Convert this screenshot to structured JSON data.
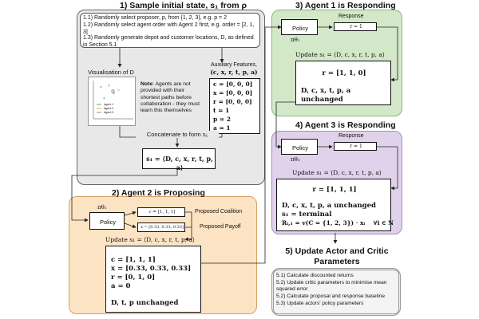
{
  "section1": {
    "title": "1) Sample initial state, s₁ from ρ",
    "steps": [
      "1.1) Randomly select proposer, p, from {1, 2, 3}, e.g. p = 2",
      "1.2) Randomly select agent order with Agent 2 first, e.g. order = [2, 1, 3]",
      "1.3) Randomly generate depot and customer locations, D, as defined in Section 5.1"
    ],
    "visualisation_label": "Visualisation of D",
    "plot_legend": [
      "Agent 1",
      "Agent 2",
      "Agent 3"
    ],
    "note_bold": "Note",
    "note_text": ": Agents are not provided with their shortest paths before collaboration - they must learn this themselves",
    "aux_title": "Auxiliary Features,",
    "aux_tuple": "(c, x, r, t, p, a)",
    "aux_values": [
      "c = [0, 0, 0]",
      "x = [0, 0, 0]",
      "r = [0, 0, 0]",
      "t = 1",
      "p = 2",
      "a = 1"
    ],
    "concat_label": "Concatenate to form s₁",
    "state": "s₁ = ⟨D, c, x, r, t, p, a⟩"
  },
  "section2": {
    "title": "2) Agent 2 is Proposing",
    "pi_label": "πθ₂",
    "policy_label": "Policy",
    "coalition_value": "c = [1, 1, 1]",
    "coalition_label": "Proposed Coalition",
    "payoff_value": "x = [0.33, 0.33, 0.33]",
    "payoff_label": "Proposed Payoff",
    "update_label": "Update s₁ = ⟨D, c, x, r, t, p, a⟩",
    "update_values": [
      "c = [1, 1, 1]",
      "x = [0.33, 0.33, 0.33]",
      "r = [0, 1, 0]",
      "a = 0"
    ],
    "unchanged": "D, t, p unchanged"
  },
  "section3": {
    "title": "3) Agent 1 is Responding",
    "response_label": "Response",
    "response_value": "r = 1",
    "policy_label": "Policy",
    "pi_label": "πθ₁",
    "update_label": "Update s₁ = ⟨D, c, x, r, t, p, a⟩",
    "r_value": "r = [1, 1, 0]",
    "unchanged": "D, c, x, t, p, a unchanged"
  },
  "section4": {
    "title": "4) Agent 3 is Responding",
    "response_label": "Response",
    "response_value": "r = 1",
    "policy_label": "Policy",
    "pi_label": "πθ₃",
    "update_label": "Update s₁ = ⟨D, c, x, r, t, p, a⟩",
    "r_value": "r = [1, 1, 1]",
    "unchanged": "D, c, x, t, p, a unchanged",
    "terminal": "s₁ = terminal",
    "reward": "Rᵢ,₁ = v(C = {1, 2, 3}) · xᵢ    ∀i ∈ N"
  },
  "section5": {
    "title": "5) Update Actor and Critic Parameters",
    "steps": [
      "5.1) Calculate discounted returns",
      "5.2) Update critic parameters to minimise mean squared error",
      "5.2) Calculate proposal and response baseline",
      "5.3) Update actors' policy parameters"
    ]
  },
  "colors": {
    "section1_bg": "#e8e8e8",
    "section2_bg": "#fce3c3",
    "section3_bg": "#d3e8c8",
    "section4_bg": "#e0d2ea",
    "section5_bg": "#eeeeee"
  }
}
